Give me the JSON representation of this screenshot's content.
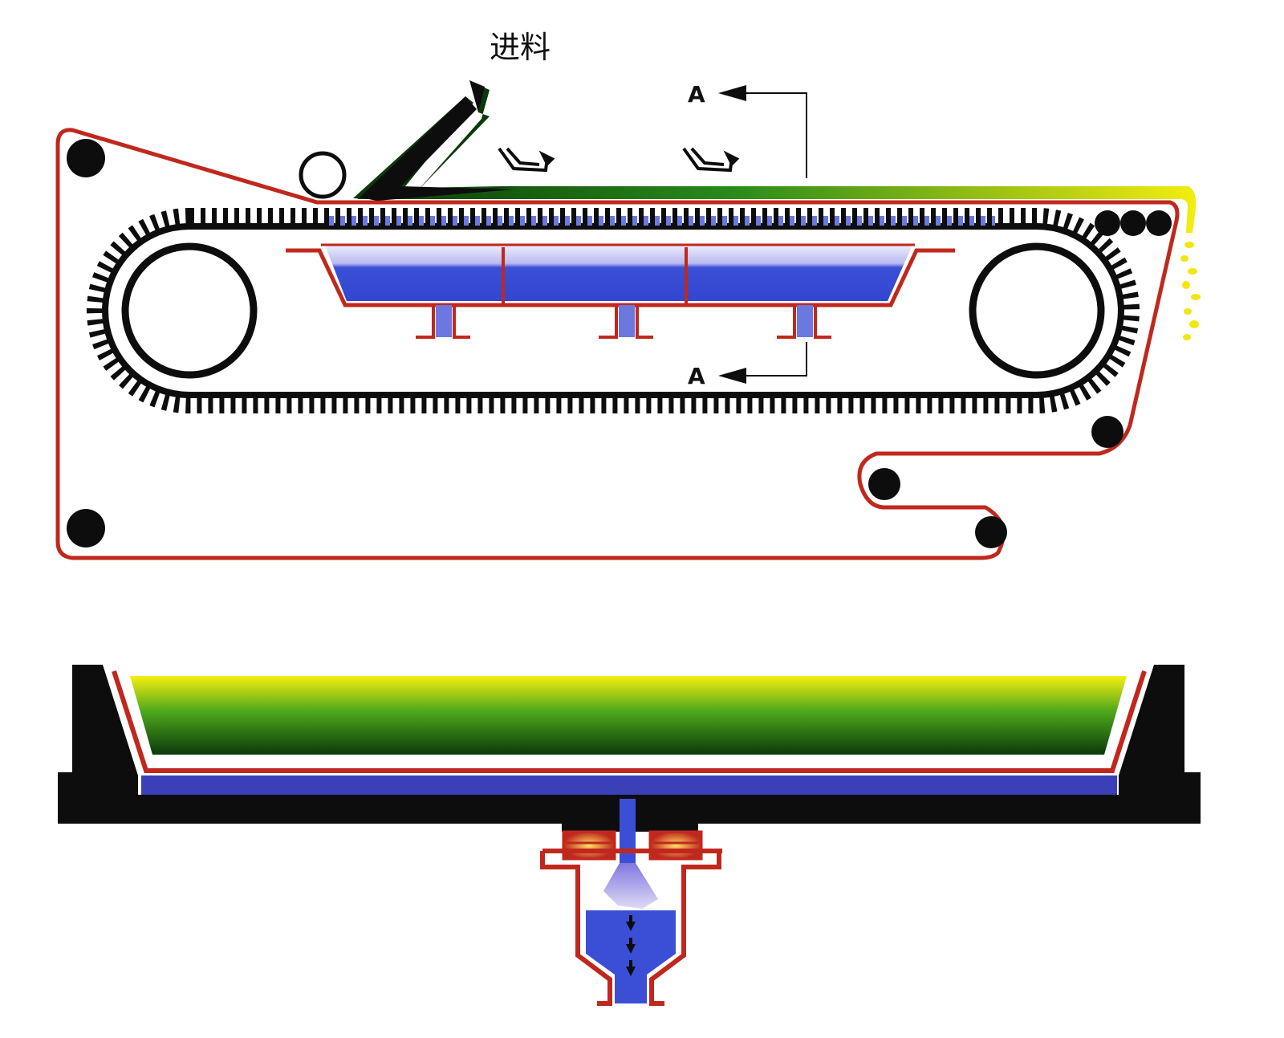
{
  "labels": {
    "feed": "进料",
    "section_top": "A",
    "section_bottom": "A"
  },
  "colors": {
    "belt": "#c0281e",
    "black": "#0d0d0d",
    "water": "#3b4fd6",
    "product_start": "#0f4a10",
    "product_end": "#f4ec10",
    "heat": "#f08a10"
  },
  "icons": [
    "feed-arrow-icon",
    "section-arrow-icon",
    "steam-flow-arrow-icon"
  ]
}
